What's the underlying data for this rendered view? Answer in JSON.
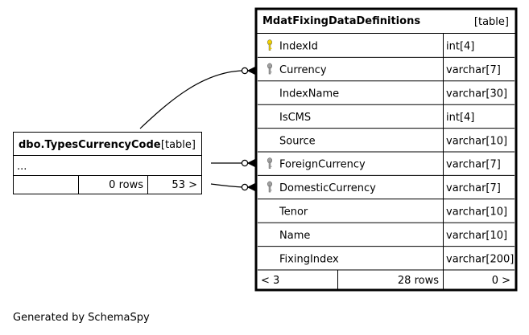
{
  "main_table": {
    "name": "MdatFixingDataDefinitions",
    "kind": "[table]",
    "columns": [
      {
        "name": "IndexId",
        "type": "int[4]",
        "icon": "primary-key-icon"
      },
      {
        "name": "Currency",
        "type": "varchar[7]",
        "icon": "foreign-key-icon"
      },
      {
        "name": "IndexName",
        "type": "varchar[30]",
        "icon": ""
      },
      {
        "name": "IsCMS",
        "type": "int[4]",
        "icon": ""
      },
      {
        "name": "Source",
        "type": "varchar[10]",
        "icon": ""
      },
      {
        "name": "ForeignCurrency",
        "type": "varchar[7]",
        "icon": "foreign-key-icon"
      },
      {
        "name": "DomesticCurrency",
        "type": "varchar[7]",
        "icon": "foreign-key-icon"
      },
      {
        "name": "Tenor",
        "type": "varchar[10]",
        "icon": ""
      },
      {
        "name": "Name",
        "type": "varchar[10]",
        "icon": ""
      },
      {
        "name": "FixingIndex",
        "type": "varchar[200]",
        "icon": ""
      }
    ],
    "footer": {
      "parents": "< 3",
      "rows": "28 rows",
      "children": "0 >"
    }
  },
  "ref_table": {
    "name": "dbo.TypesCurrencyCode",
    "kind": "[table]",
    "elided": "...",
    "footer": {
      "rows": "0 rows",
      "children": "53 >"
    }
  },
  "generator_credit": "Generated by SchemaSpy",
  "colors": {
    "primary_key": "#f2d200",
    "foreign_key": "#a0a0a0",
    "border": "#000000",
    "background": "#ffffff"
  }
}
